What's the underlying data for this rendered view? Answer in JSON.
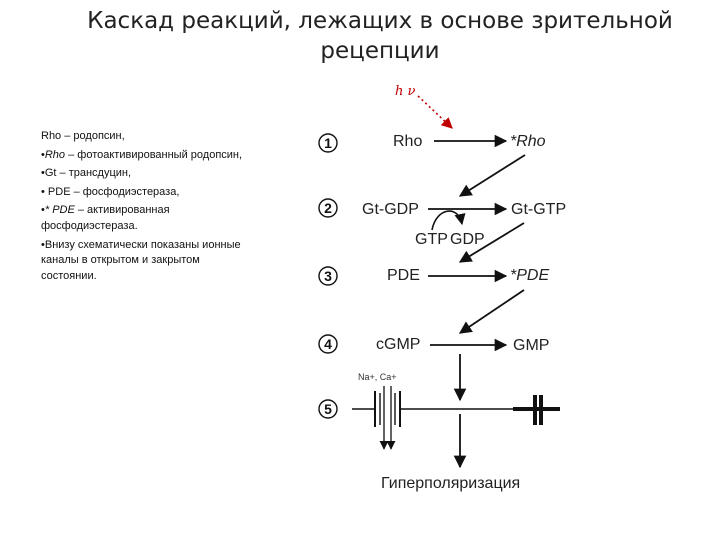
{
  "title": {
    "line1": "Каскад реакций, лежащих в основе зрительной",
    "line2": "рецепции"
  },
  "notes": {
    "n1": "Rho – родопсин,",
    "n2_prefix": "•",
    "n2_italic": "Rho",
    "n2_rest": " – фотоактивированный родопсин,",
    "n3": "•Gt – трансдуцин,",
    "n4": "• PDE – фосфодиэстераза,",
    "n5_prefix": "•",
    "n5_italic": "* PDE",
    "n5_rest": " – активированная фосфодиэстераза.",
    "n6": "•Внизу схематически показаны ионные каналы в открытом и закрытом состоянии."
  },
  "diagram": {
    "hv": "h ν",
    "steps": [
      "1",
      "2",
      "3",
      "4",
      "5"
    ],
    "rho": "Rho",
    "rho_active": "*Rho",
    "gt_gdp": "Gt-GDP",
    "gt_gtp": "Gt-GTP",
    "gtp": "GTP",
    "gdp": "GDP",
    "pde": "PDE",
    "pde_active": "*PDE",
    "cgmp": "cGMP",
    "gmp": "GMP",
    "ions": "Na+, Ca+",
    "result": "Гиперполяризация",
    "colors": {
      "photon": "#c00000",
      "lines": "#111111"
    }
  }
}
